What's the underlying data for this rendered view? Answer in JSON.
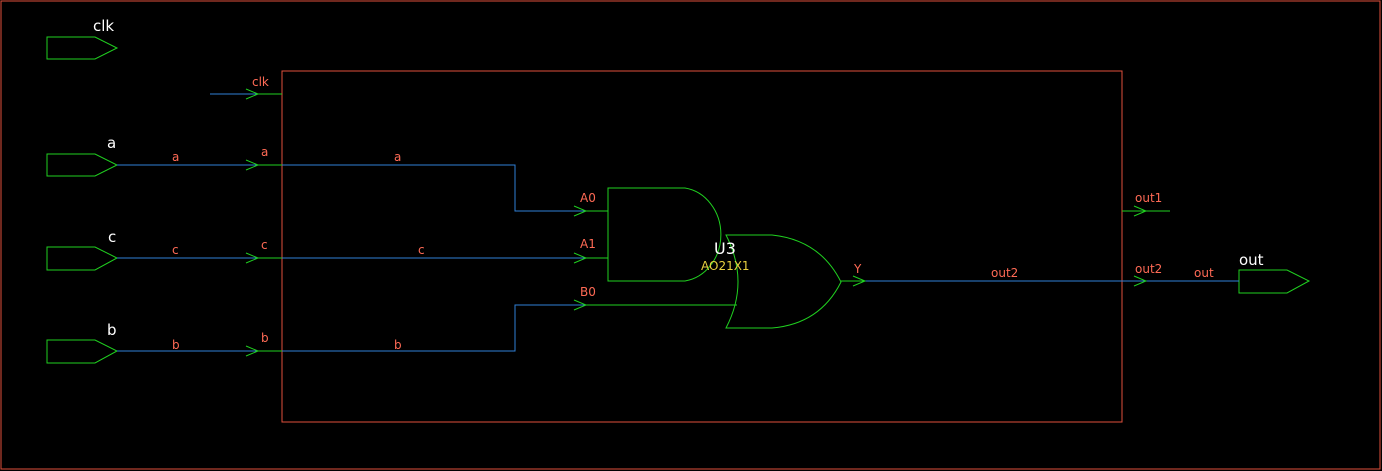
{
  "colors": {
    "background": "#000000",
    "frame": "#e0503c",
    "module_border": "#e0503c",
    "wire": "#2f7fd6",
    "port_outline": "#20d020",
    "gate_outline": "#20d020",
    "pin_label": "#ff6a55",
    "net_label": "#ff6a55",
    "port_label": "#ffffff",
    "instance_label": "#ffffff",
    "cell_label": "#e8d040"
  },
  "top_ports": {
    "clk": "clk",
    "a": "a",
    "c": "c",
    "b": "b",
    "out": "out"
  },
  "module_pins": {
    "clk": "clk",
    "a": "a",
    "c": "c",
    "b": "b",
    "out1": "out1",
    "out2": "out2"
  },
  "nets": {
    "a_outer": "a",
    "c_outer": "c",
    "b_outer": "b",
    "a_inner": "a",
    "c_inner": "c",
    "b_inner": "b",
    "out2": "out2",
    "out": "out"
  },
  "gate": {
    "instance": "U3",
    "cell": "AO21X1",
    "pins": {
      "A0": "A0",
      "A1": "A1",
      "B0": "B0",
      "Y": "Y"
    }
  }
}
